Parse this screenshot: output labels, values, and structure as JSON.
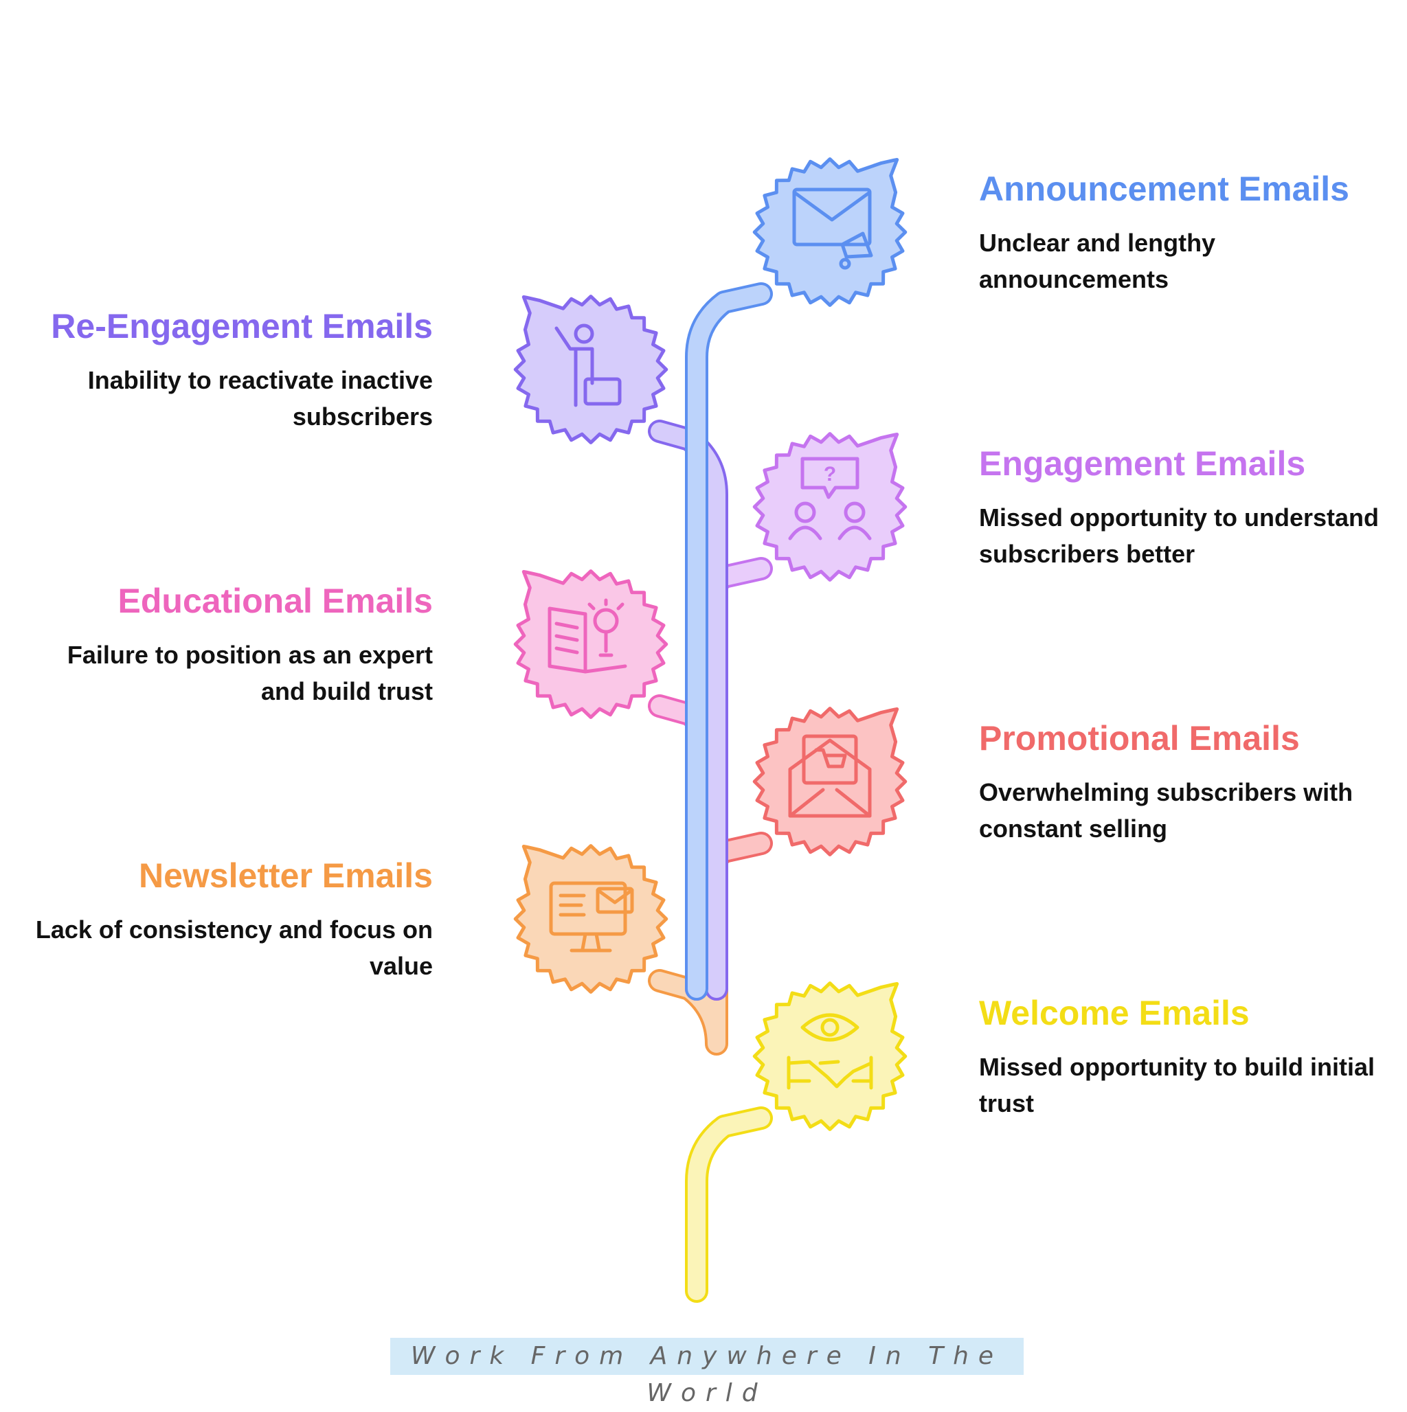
{
  "items": [
    {
      "id": "announcement",
      "title": "Announcement Emails",
      "desc_lines": [
        "Unclear and lengthy",
        "announcements"
      ],
      "color": "#5b8ff0",
      "fill": "#bcd3fb",
      "icon": "envelope-megaphone-icon"
    },
    {
      "id": "reengagement",
      "title": "Re-Engagement Emails",
      "desc_lines": [
        "Inability to reactivate inactive",
        "subscribers"
      ],
      "color": "#8568ee",
      "fill": "#d6ccfb",
      "icon": "person-briefcase-icon"
    },
    {
      "id": "engagement",
      "title": "Engagement Emails",
      "desc_lines": [
        "Missed opportunity to understand",
        "subscribers better"
      ],
      "color": "#c574ef",
      "fill": "#e9cdfb",
      "icon": "question-people-icon"
    },
    {
      "id": "educational",
      "title": "Educational Emails",
      "desc_lines": [
        "Failure to position as an expert",
        "and build trust"
      ],
      "color": "#ee65bd",
      "fill": "#fac7e7",
      "icon": "book-lightbulb-icon"
    },
    {
      "id": "promotional",
      "title": "Promotional Emails",
      "desc_lines": [
        "Overwhelming subscribers with",
        "constant selling"
      ],
      "color": "#f06a6a",
      "fill": "#fcc3c3",
      "icon": "envelope-cart-icon"
    },
    {
      "id": "newsletter",
      "title": "Newsletter Emails",
      "desc_lines": [
        "Lack of consistency and focus on",
        "value"
      ],
      "color": "#f59a45",
      "fill": "#fad7b7",
      "icon": "monitor-mail-icon"
    },
    {
      "id": "welcome",
      "title": "Welcome Emails",
      "desc_lines": [
        "Missed opportunity to build initial",
        "trust"
      ],
      "color": "#f3dd16",
      "fill": "#fbf4b8",
      "icon": "eye-handshake-icon"
    }
  ],
  "footer": {
    "text": "Work From Anywhere In The World"
  }
}
